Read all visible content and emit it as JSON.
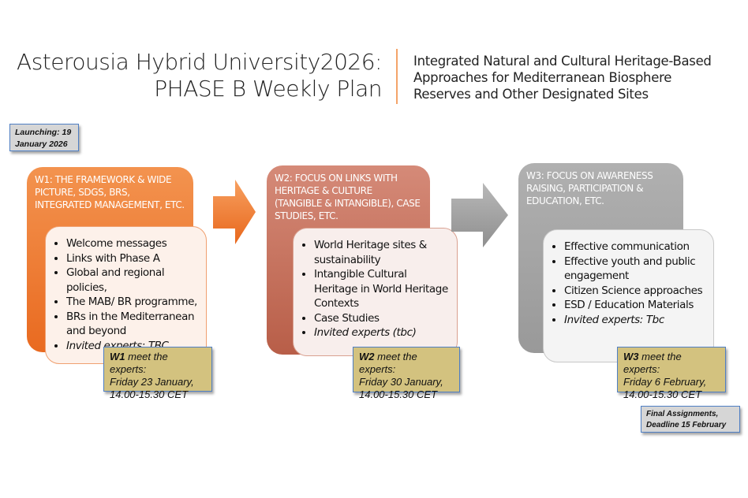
{
  "title": {
    "line1": "Asterousia Hybrid University2026:",
    "line2": "PHASE B Weekly Plan"
  },
  "subtitle": {
    "line1": "Integrated Natural and Cultural Heritage-Based",
    "line2": "Approaches for Mediterranean Biosphere",
    "line3": "Reserves and Other Designated Sites"
  },
  "launch": {
    "line1": "Launching:  19",
    "line2": "January 2026"
  },
  "weeks": [
    {
      "title": "W1: THE FRAMEWORK & WIDE PICTURE, SDGs, BRs, INTEGRATED MANAGEMENT, ETC.",
      "items": [
        "Welcome messages",
        "Links with Phase A",
        "Global and regional policies,",
        "The MAB/ BR programme,",
        "BRs in the Mediterranean and beyond",
        "Invited experts: TBC"
      ],
      "meet_label": "W1",
      "meet_text": " meet the experts:",
      "meet_date": "Friday 23 January,",
      "meet_time": "14.00-15.30 CET",
      "color": "#ee7a33"
    },
    {
      "title": "W2: FOCUS ON LINKS WITH HERITAGE & CULTURE (TANGIBLE & INTANGIBLE), CASE STUDIES, ETC.",
      "items": [
        "World Heritage sites & sustainability",
        "Intangible Cultural Heritage in World Heritage Contexts",
        "Case Studies",
        "Invited experts (tbc)"
      ],
      "meet_label": "W2",
      "meet_text": " meet the experts:",
      "meet_date": "Friday 30 January,",
      "meet_time": "14.00-15.30 CET",
      "color": "#c97a66"
    },
    {
      "title": "W3: FOCUS ON AWARENESS RAISING, PARTICIPATION & EDUCATION, ETC.",
      "items": [
        "Effective communication",
        "Effective youth and public engagement",
        "Citizen Science approaches",
        "ESD / Education Materials",
        "Invited experts: Tbc"
      ],
      "meet_label": "W3",
      "meet_text": " meet the experts:",
      "meet_date": "Friday 6 February,",
      "meet_time": "14.00-15.30 CET",
      "color": "#a6a6a6"
    }
  ],
  "final": {
    "line1": "Final Assignments,",
    "line2": "Deadline 15 February"
  }
}
